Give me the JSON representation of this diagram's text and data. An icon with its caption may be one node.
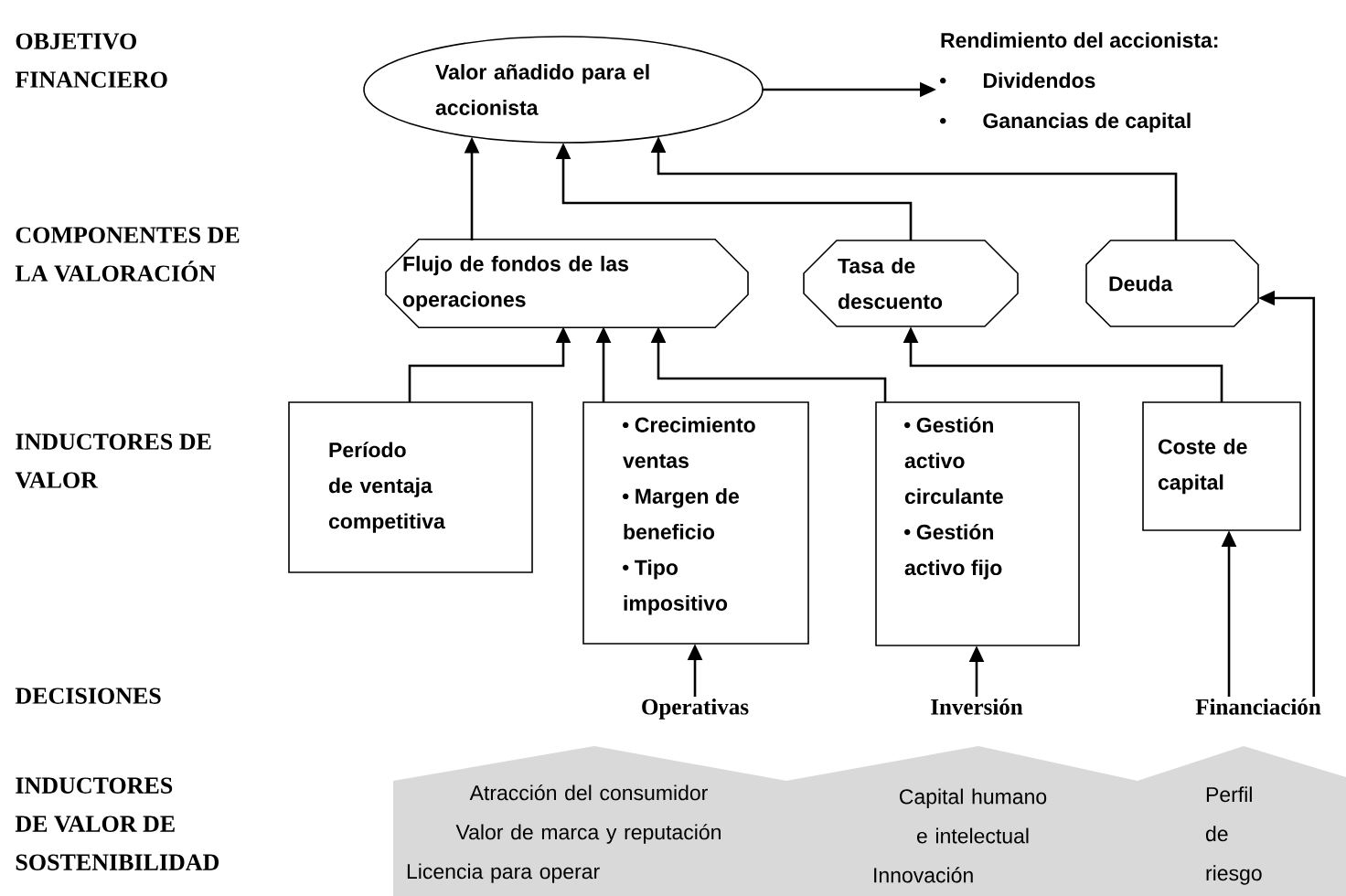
{
  "diagram": {
    "nodes": [
      {
        "text": [
          "Valor añadido para el accionista"
        ]
      },
      {
        "text": [
          "Rendimiento del accionista:",
          "Dividendos",
          "Ganancias de capital"
        ]
      },
      {
        "text": [
          "Flujo de fondos de las operaciones"
        ]
      },
      {
        "text": [
          "Tasa de descuento"
        ]
      },
      {
        "text": [
          "Deuda"
        ]
      },
      {
        "text": [
          "Período de ventaja competitiva"
        ]
      },
      {
        "text": [
          "Crecimiento ventas",
          "Margen de beneficio",
          "Tipo impositivo"
        ]
      },
      {
        "text": [
          "Gestión activo circulante",
          "Gestión activo fijo"
        ]
      },
      {
        "text": [
          "Coste de capital"
        ]
      },
      {
        "text": [
          "Operativas"
        ]
      },
      {
        "text": [
          "Inversión"
        ]
      },
      {
        "text": [
          "Financiación"
        ]
      },
      {
        "text": [
          "Atracción del consumidor",
          "Valor de marca y reputación",
          "Licencia para operar"
        ]
      },
      {
        "text": [
          "Capital humano e intelectual",
          "Innovación"
        ]
      },
      {
        "text": [
          "Perfil de riesgo"
        ]
      }
    ],
    "edges": [
      {
        "from": 2,
        "to": 0,
        "arrow": "to"
      },
      {
        "from": 3,
        "to": 0,
        "arrow": "to"
      },
      {
        "from": 4,
        "to": 0,
        "arrow": "to"
      },
      {
        "from": 0,
        "to": 1,
        "arrow": "to"
      },
      {
        "from": 5,
        "to": 2,
        "arrow": "to"
      },
      {
        "from": 6,
        "to": 2,
        "arrow": "to"
      },
      {
        "from": 7,
        "to": 2,
        "arrow": "to"
      },
      {
        "from": 8,
        "to": 3,
        "arrow": "to"
      },
      {
        "from": 9,
        "to": 6,
        "arrow": "to"
      },
      {
        "from": 10,
        "to": 7,
        "arrow": "to"
      },
      {
        "from": 11,
        "to": 8,
        "arrow": "to"
      },
      {
        "from": 11,
        "to": 4,
        "arrow": "to"
      }
    ],
    "labels": [
      "OBJETIVO FINANCIERO",
      "COMPONENTES DE LA VALORACIÓN",
      "INDUCTORES DE VALOR",
      "DECISIONES",
      "INDUCTORES DE VALOR DE SOSTENIBILIDAD"
    ]
  }
}
